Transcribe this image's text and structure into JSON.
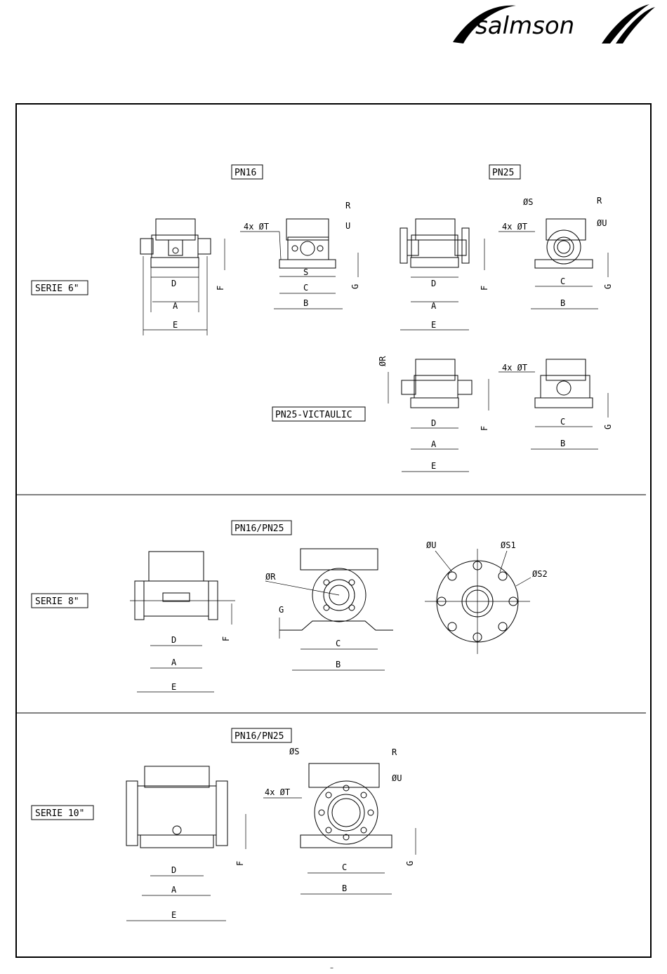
{
  "brand": {
    "name": "salmson"
  },
  "page_number": "–",
  "series": [
    {
      "label": "SERIE 6\"",
      "pressure_labels": [
        "PN16",
        "PN25",
        "PN25-VICTAULIC"
      ],
      "dimension_labels": [
        "A",
        "B",
        "C",
        "D",
        "E",
        "F",
        "G",
        "S",
        "R",
        "U",
        "ØS",
        "ØU",
        "ØR",
        "4x ØT"
      ]
    },
    {
      "label": "SERIE 8\"",
      "pressure_labels": [
        "PN16/PN25"
      ],
      "dimension_labels": [
        "A",
        "B",
        "C",
        "D",
        "E",
        "F",
        "G",
        "ØR",
        "ØU",
        "ØS1",
        "ØS2"
      ]
    },
    {
      "label": "SERIE 10\"",
      "pressure_labels": [
        "PN16/PN25"
      ],
      "dimension_labels": [
        "A",
        "B",
        "C",
        "D",
        "E",
        "F",
        "G",
        "ØS",
        "R",
        "ØU",
        "4x ØT"
      ]
    }
  ],
  "dims": {
    "A": "A",
    "B": "B",
    "C": "C",
    "D": "D",
    "E": "E",
    "F": "F",
    "G": "G",
    "S": "S",
    "R": "R",
    "U": "U",
    "OS": "ØS",
    "OU": "ØU",
    "OR": "ØR",
    "OS1": "ØS1",
    "OS2": "ØS2",
    "T4": "4x ØT"
  }
}
